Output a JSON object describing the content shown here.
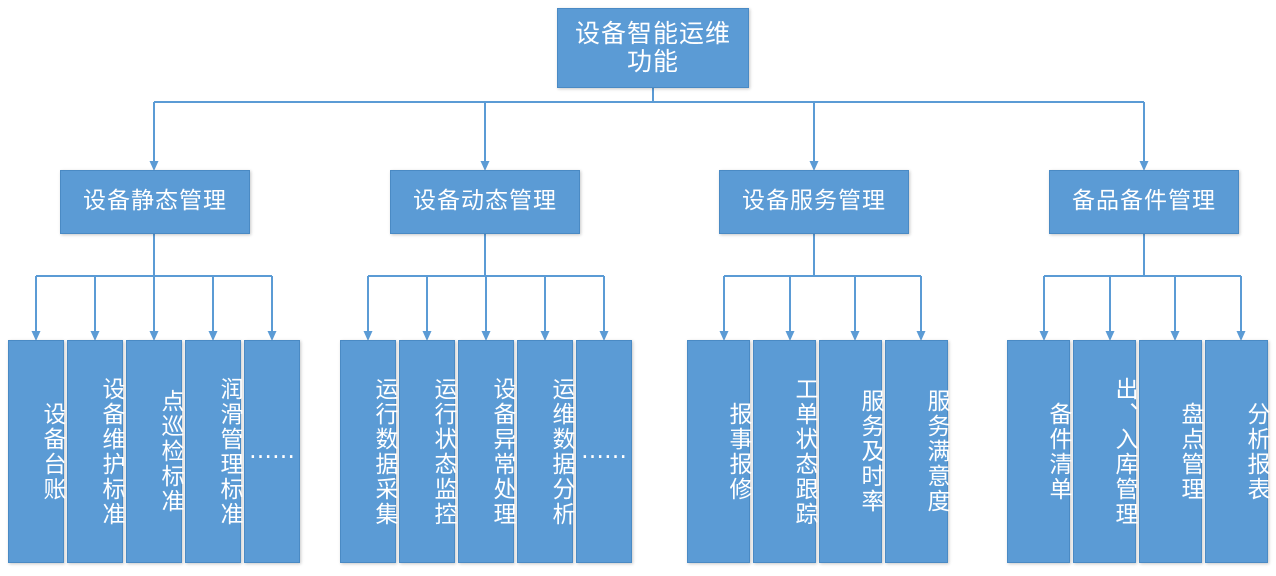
{
  "diagram": {
    "type": "hierarchy-tree",
    "title": "设备智能运维功能",
    "colors": {
      "node_fill": "#5B9BD5",
      "node_border": "#4A8AC4",
      "connector": "#5B9BD5",
      "node_text": "#FFFFFF",
      "background": "#FFFFFF"
    },
    "root": {
      "label": "设备智能运维功能"
    },
    "branches": [
      {
        "label": "设备静态管理",
        "leaves": [
          {
            "label": "设备台账",
            "is_ellipsis": false
          },
          {
            "label": "设备维护标准",
            "is_ellipsis": false
          },
          {
            "label": "点巡检标准",
            "is_ellipsis": false
          },
          {
            "label": "润滑管理标准",
            "is_ellipsis": false
          },
          {
            "label": "……",
            "is_ellipsis": true
          }
        ]
      },
      {
        "label": "设备动态管理",
        "leaves": [
          {
            "label": "运行数据采集",
            "is_ellipsis": false
          },
          {
            "label": "运行状态监控",
            "is_ellipsis": false
          },
          {
            "label": "设备异常处理",
            "is_ellipsis": false
          },
          {
            "label": "运维数据分析",
            "is_ellipsis": false
          },
          {
            "label": "……",
            "is_ellipsis": true
          }
        ]
      },
      {
        "label": "设备服务管理",
        "leaves": [
          {
            "label": "报事报修",
            "is_ellipsis": false
          },
          {
            "label": "工单状态跟踪",
            "is_ellipsis": false
          },
          {
            "label": "服务及时率",
            "is_ellipsis": false
          },
          {
            "label": "服务满意度",
            "is_ellipsis": false
          }
        ]
      },
      {
        "label": "备品备件管理",
        "leaves": [
          {
            "label": "备件清单",
            "is_ellipsis": false
          },
          {
            "label": "出、入库管理",
            "is_ellipsis": false
          },
          {
            "label": "盘点管理",
            "is_ellipsis": false
          },
          {
            "label": "分析报表",
            "is_ellipsis": false
          }
        ]
      }
    ]
  }
}
